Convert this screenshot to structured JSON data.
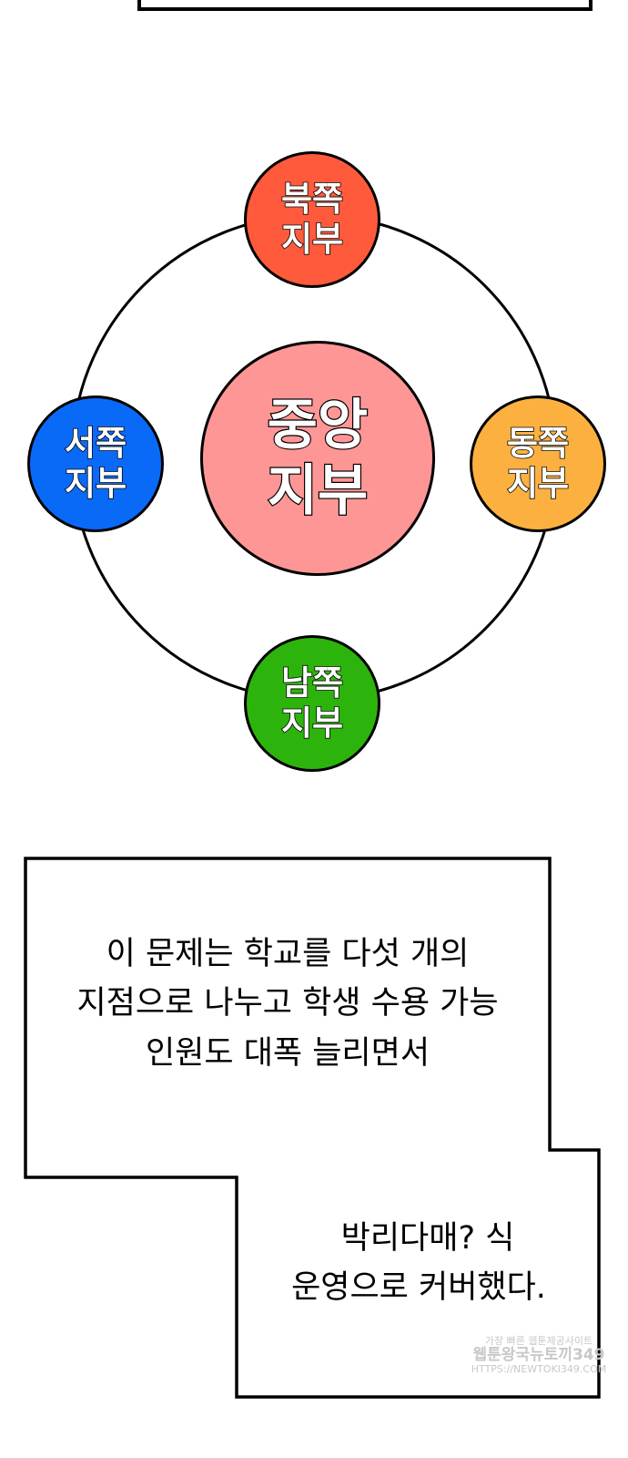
{
  "diagram": {
    "center": {
      "line1": "중앙",
      "line2": "지부",
      "color": "#ff9696"
    },
    "north": {
      "line1": "북쪽",
      "line2": "지부",
      "color": "#ff5a3c"
    },
    "west": {
      "line1": "서쪽",
      "line2": "지부",
      "color": "#0a6af8"
    },
    "east": {
      "line1": "동쪽",
      "line2": "지부",
      "color": "#fbb040"
    },
    "south": {
      "line1": "남쪽",
      "line2": "지부",
      "color": "#2db40c"
    }
  },
  "caption": {
    "text1": {
      "line1": "이 문제는 학교를 다섯 개의",
      "line2": "지점으로 나누고 학생 수용 가능",
      "line3": "인원도 대폭 늘리면서"
    },
    "text2": {
      "line1": "박리다매? 식",
      "line2": "운영으로 커버했다."
    }
  },
  "watermark": {
    "line1": "가장 빠른 웹툰제공사이트",
    "line2": "웹툰왕국뉴토끼349",
    "line3": "HTTPS://NEWTOKI349.COM"
  }
}
